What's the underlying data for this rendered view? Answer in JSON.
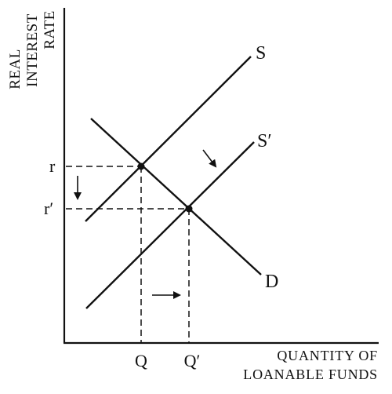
{
  "axes": {
    "y_label_lines": [
      "REAL",
      "INTEREST",
      "RATE"
    ],
    "x_label_lines": [
      "QUANTITY OF",
      "LOANABLE FUNDS"
    ]
  },
  "curves": {
    "supply": "S",
    "supply_shifted": "S′",
    "demand": "D"
  },
  "ticks": {
    "rate_initial": "r",
    "rate_new": "r′",
    "quantity_initial": "Q",
    "quantity_new": "Q′"
  },
  "colors": {
    "ink": "#111111",
    "background": "#ffffff"
  }
}
